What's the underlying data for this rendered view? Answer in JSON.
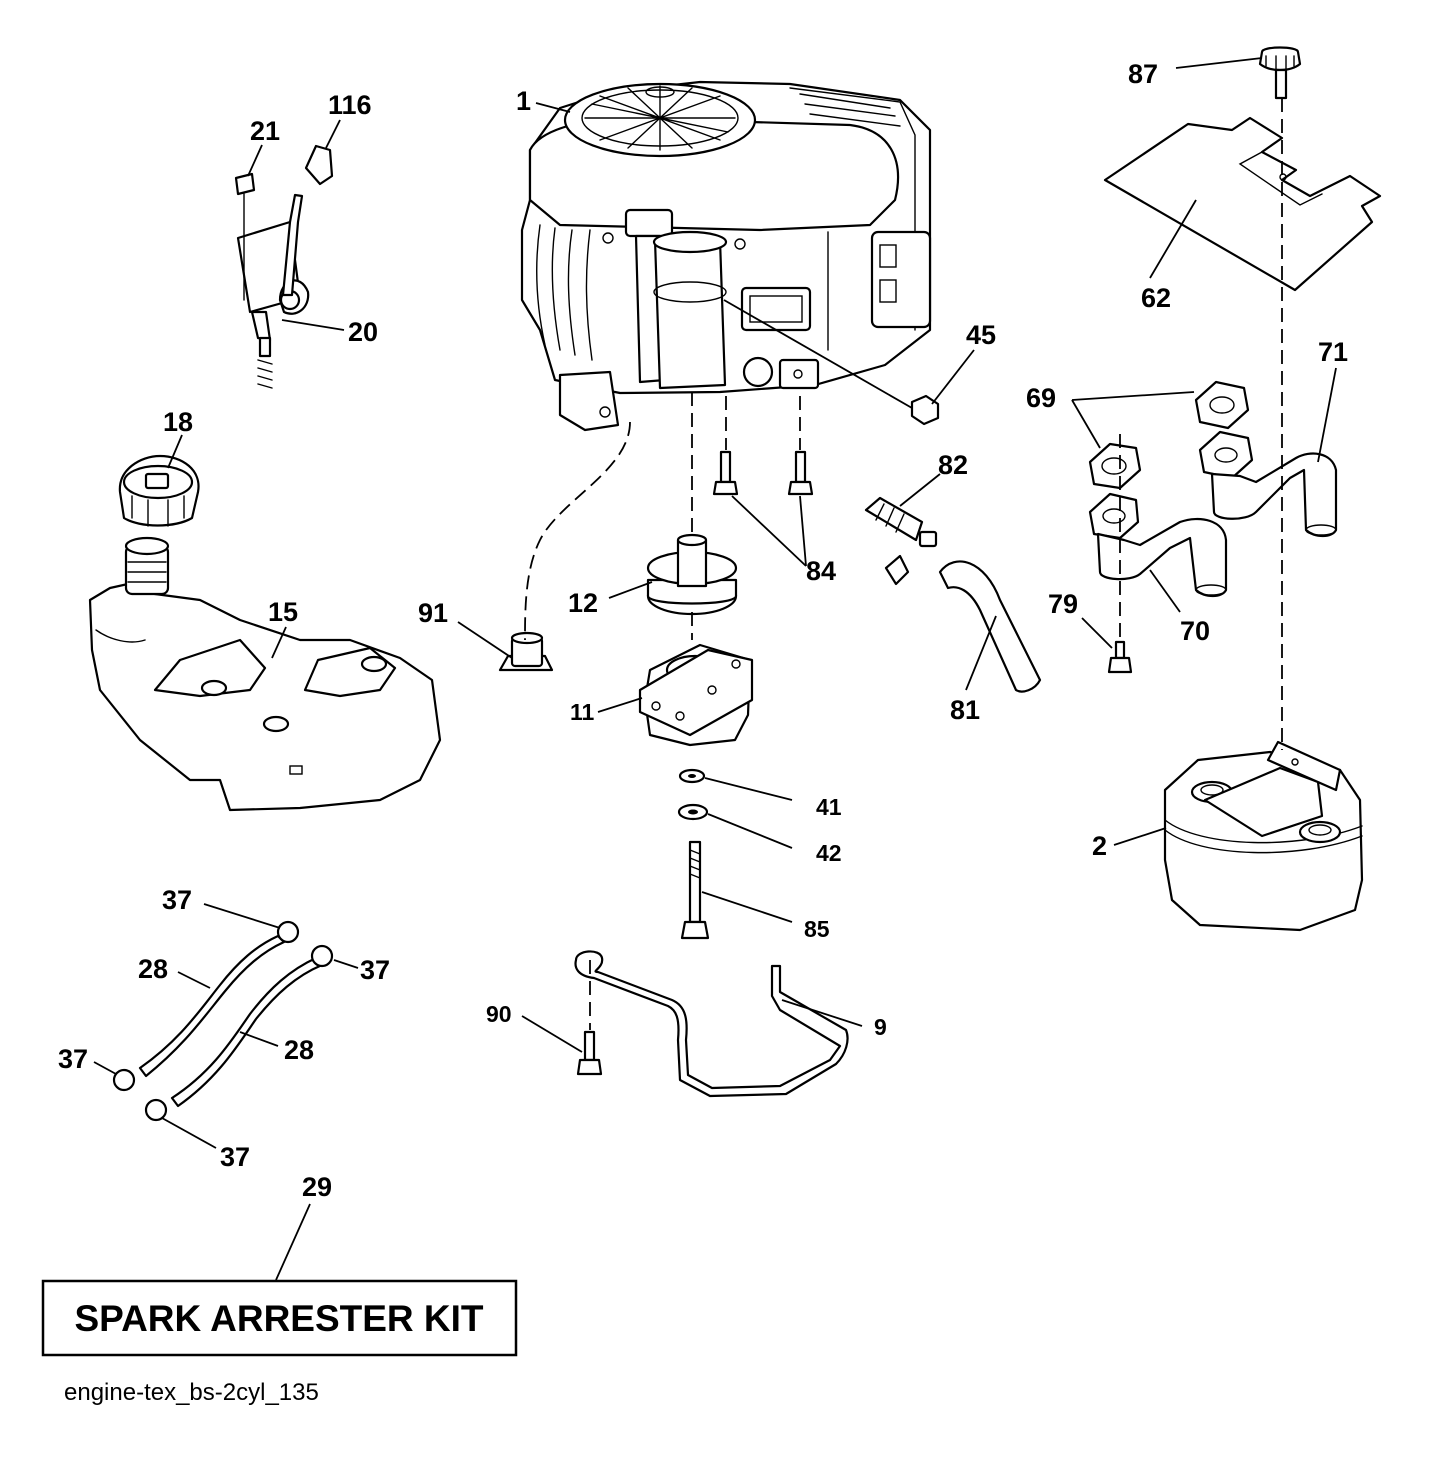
{
  "diagram": {
    "callouts": {
      "c1": "1",
      "c2": "2",
      "c9": "9",
      "c11": "11",
      "c12": "12",
      "c15": "15",
      "c18": "18",
      "c20": "20",
      "c21": "21",
      "c28a": "28",
      "c28b": "28",
      "c29": "29",
      "c37a": "37",
      "c37b": "37",
      "c37c": "37",
      "c37d": "37",
      "c41": "41",
      "c42": "42",
      "c45": "45",
      "c62": "62",
      "c69": "69",
      "c70": "70",
      "c71": "71",
      "c79": "79",
      "c81": "81",
      "c82": "82",
      "c84": "84",
      "c85": "85",
      "c87": "87",
      "c90": "90",
      "c91": "91",
      "c116": "116"
    },
    "kit_label": "SPARK ARRESTER KIT",
    "caption": "engine-tex_bs-2cyl_135"
  }
}
